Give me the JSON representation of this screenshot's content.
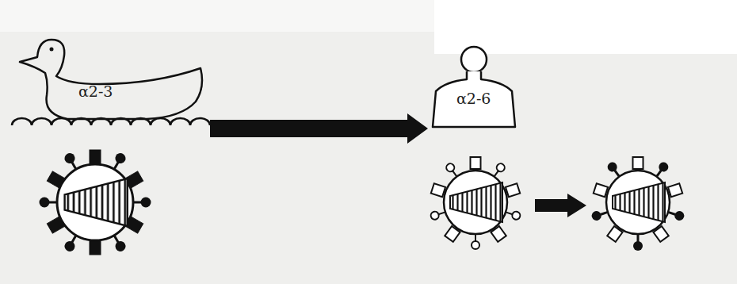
{
  "diagram": {
    "nodes": [
      {
        "text": [
          "α2-3"
        ]
      },
      {
        "text": [
          "α2-6"
        ]
      }
    ],
    "edges": [
      {
        "from": 0,
        "to": 1,
        "arrow": "to"
      }
    ]
  }
}
